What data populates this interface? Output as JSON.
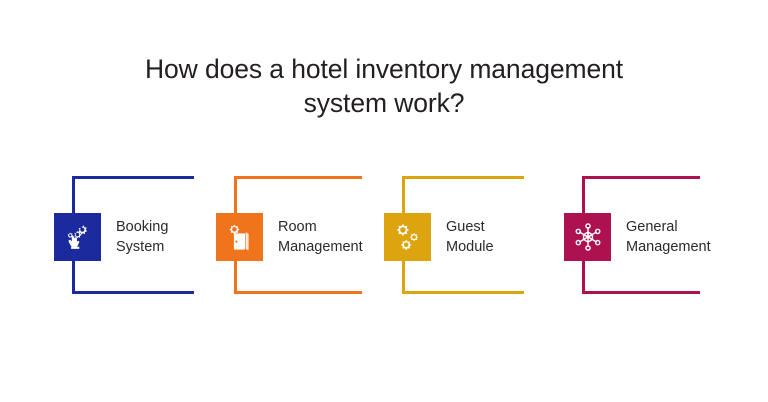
{
  "slide": {
    "background_color": "#ffffff",
    "title": {
      "line1": "How does a hotel inventory management",
      "line2": "system work?",
      "color": "#231f20"
    }
  },
  "pillars": [
    {
      "id": "booking-system",
      "label_line1": "Booking",
      "label_line2": "System",
      "color": "#1b2b9e",
      "icon_name": "gear-hand-icon",
      "icon_glyph": "gear-with-hand"
    },
    {
      "id": "room-management",
      "label_line1": "Room",
      "label_line2": "Management",
      "color": "#f0741b",
      "icon_name": "gear-door-icon",
      "icon_glyph": "gear-with-door"
    },
    {
      "id": "guest-module",
      "label_line1": "Guest",
      "label_line2": "Module",
      "color": "#dca50f",
      "icon_name": "three-gears-icon",
      "icon_glyph": "three-gears"
    },
    {
      "id": "general-management",
      "label_line1": "General",
      "label_line2": "Management",
      "color": "#ae1150",
      "icon_name": "network-hub-icon",
      "icon_glyph": "hub-and-spokes"
    }
  ],
  "label_color": "#2d2a2b"
}
